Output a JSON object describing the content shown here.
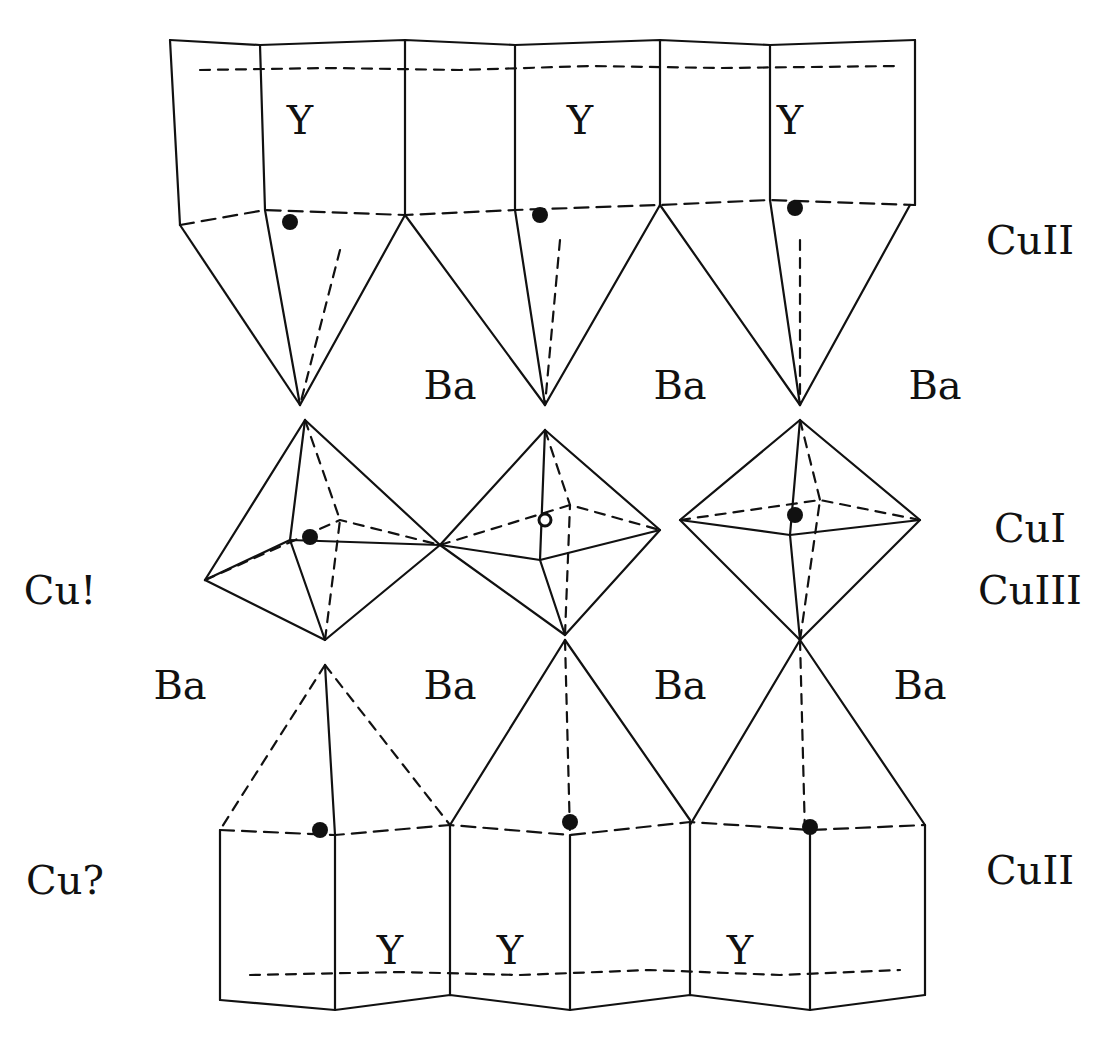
{
  "diagram": {
    "labels": [
      "Y",
      "Y",
      "Y",
      "CuII",
      "Ba",
      "Ba",
      "Ba",
      "Cu!",
      "CuI",
      "CuIII",
      "Ba",
      "Ba",
      "Ba",
      "Ba",
      "Cu?",
      "CuII",
      "Y",
      "Y",
      "Y"
    ]
  }
}
